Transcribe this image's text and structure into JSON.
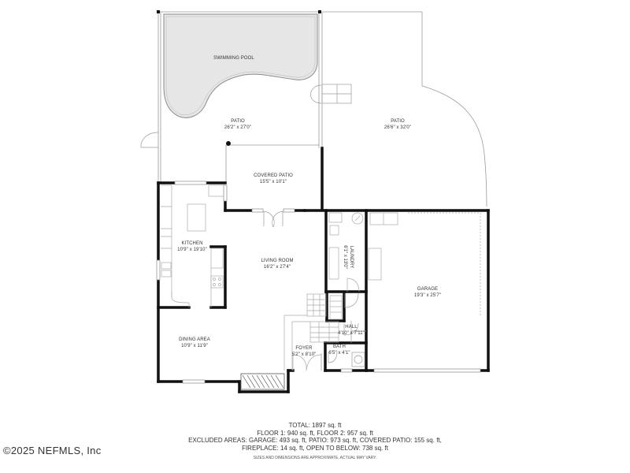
{
  "rooms": {
    "pool": {
      "name": "SWIMMING POOL",
      "dim": ""
    },
    "patio_left": {
      "name": "PATIO",
      "dim": "26'2\" x 27'0\""
    },
    "patio_right": {
      "name": "PATIO",
      "dim": "26'6\" x 32'0\""
    },
    "covered_patio": {
      "name": "COVERED PATIO",
      "dim": "15'5\" x 10'1\""
    },
    "kitchen": {
      "name": "KITCHEN",
      "dim": "10'9\" x 19'10\""
    },
    "living_room": {
      "name": "LIVING ROOM",
      "dim": "16'2\" x 27'4\""
    },
    "laundry": {
      "name": "LAUNDRY",
      "dim": "6'1\" x 13'0\""
    },
    "garage": {
      "name": "GARAGE",
      "dim": "19'3\" x 25'7\""
    },
    "hall": {
      "name": "HALL",
      "dim": "4'10\" x 7'11\""
    },
    "dining_area": {
      "name": "DINING AREA",
      "dim": "10'9\" x 11'9\""
    },
    "foyer": {
      "name": "FOYER",
      "dim": "5'2\" x 8'10\""
    },
    "bath": {
      "name": "BATH",
      "dim": "6'5\" x 4'1\""
    }
  },
  "summary": {
    "total": "TOTAL: 1897 sq. ft",
    "floors": "FLOOR 1: 940 sq. ft, FLOOR 2: 957 sq. ft",
    "excluded_1": "EXCLUDED AREAS: GARAGE: 493 sq. ft, PATIO: 973 sq. ft, COVERED PATIO: 155 sq. ft,",
    "excluded_2": "FIREPLACE: 14 sq. ft, OPEN TO BELOW: 738 sq. ft",
    "disclaimer": "SIZES AND DIMENSIONS ARE APPROXIMATE, ACTUAL MAY VARY."
  },
  "copyright": "©2025 NEFMLS, Inc",
  "colors": {
    "wall": "#111111",
    "thin_line": "#9a9a9a",
    "pool_fill": "#e6e6e6",
    "fixture": "#b0b0b0"
  }
}
